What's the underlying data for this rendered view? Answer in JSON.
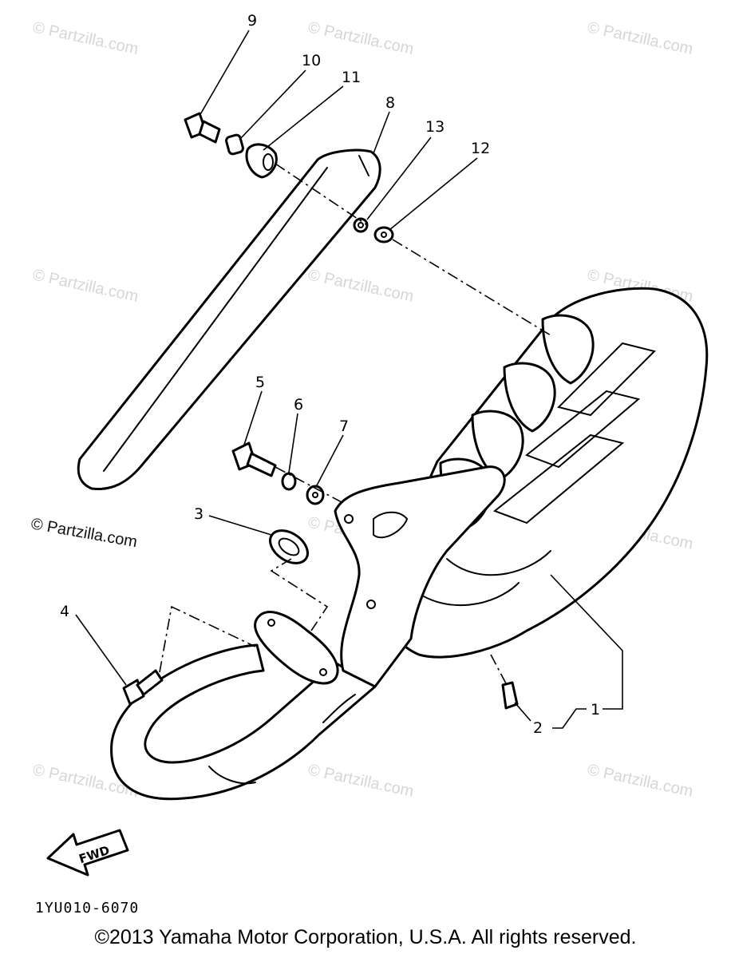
{
  "watermark": {
    "text": "© Partzilla.com"
  },
  "callouts": [
    "1",
    "2",
    "3",
    "4",
    "5",
    "6",
    "7",
    "8",
    "9",
    "10",
    "11",
    "12",
    "13"
  ],
  "fwd_label": "FWD",
  "part_code": "1YU010-6070",
  "copyright": "©2013 Yamaha Motor Corporation, U.S.A. All rights reserved."
}
